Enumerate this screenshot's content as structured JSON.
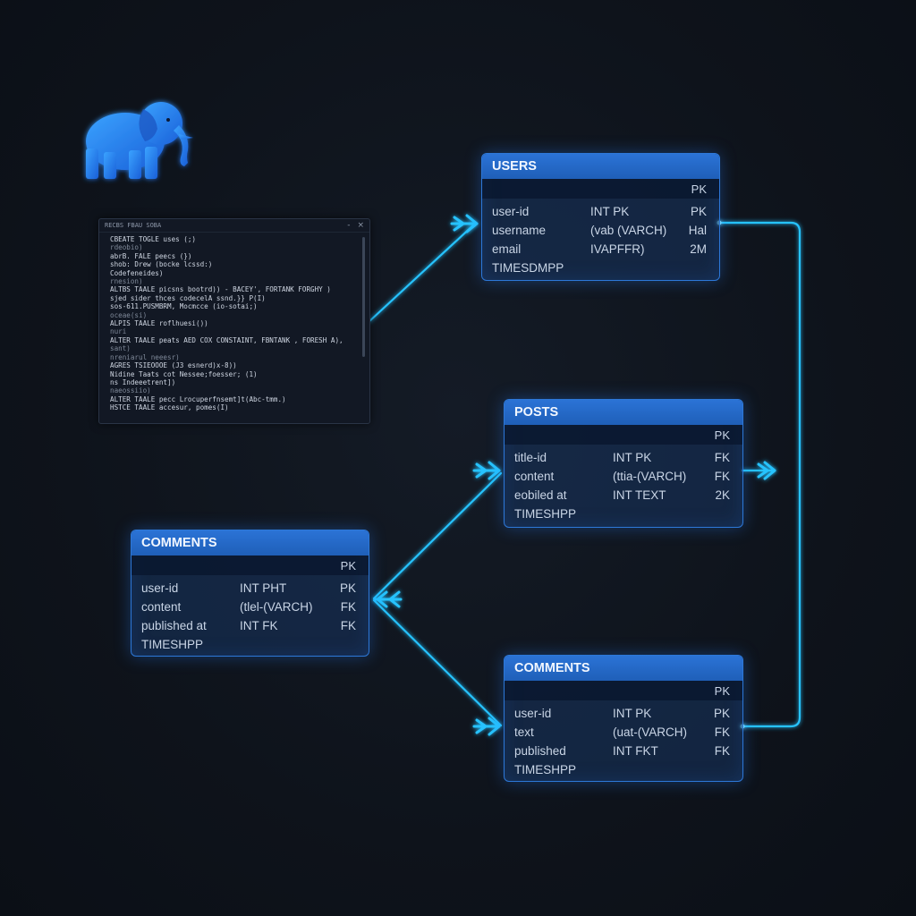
{
  "logo": {
    "icon": "elephant-icon",
    "color": "#2f8cf0"
  },
  "sql_editor": {
    "title": "RECBS FBAU SOBA",
    "controls": [
      "-",
      "×"
    ],
    "lines": [
      "CBEATE TOGLE uses (;)",
      "rdeobio)",
      "abrB. FALE peecs (})",
      "shob: Drew (bocke lcssd:)",
      "Codefeneides)",
      "rnesion)",
      "ALTBS TAALE picsns bootrd)) - BACEY', FORTANK FORGHY )",
      "sjed sider thces codecelA ssnd.}} P(I)",
      "sos-611.PUSMBRM, Mocmcce (io-sotai;)",
      "oceae(si)",
      "ALPIS TAALE roflhuesi())",
      "nuri",
      "ALTER TAALE peats AED COX CONSTAINT, FBNTANK , FORESH A),",
      "sant)",
      "nreniarul neeesr)",
      "AGRES TSIEOOOE (J3 esnerd)x-8))",
      "Nidine Taats cot Nessee;foesser; (1)",
      "ns Indeeetrent])",
      "naeossiio)",
      "ALTER TAALE pecc Lrocuperfnsemt]t(Abc-tmm.)",
      "HSTCE TAALE accesur, pomes(I)"
    ]
  },
  "entities": [
    {
      "title": "USERS",
      "key_header": "PK",
      "fields": [
        {
          "name": "user-id",
          "type": "INT PK",
          "key": "PK"
        },
        {
          "name": "username",
          "type": "(vab (VARCH)",
          "key": "Hal"
        },
        {
          "name": "email",
          "type": "IVAPFFR)",
          "key": "2M"
        },
        {
          "name": "TIMESDMPP",
          "type": "",
          "key": ""
        }
      ]
    },
    {
      "title": "POSTS",
      "key_header": "PK",
      "fields": [
        {
          "name": "title-id",
          "type": "INT PK",
          "key": "FK"
        },
        {
          "name": "content",
          "type": "(ttia-(VARCH)",
          "key": "FK"
        },
        {
          "name": "eobiled at",
          "type": "INT TEXT",
          "key": "2K"
        },
        {
          "name": "TIMESHPP",
          "type": "",
          "key": ""
        }
      ]
    },
    {
      "title": "COMMENTS",
      "key_header": "PK",
      "fields": [
        {
          "name": "user-id",
          "type": "INT PHT",
          "key": "PK"
        },
        {
          "name": "content",
          "type": "(tlel-(VARCH)",
          "key": "FK"
        },
        {
          "name": "published at",
          "type": "INT FK",
          "key": "FK"
        },
        {
          "name": "TIMESHPP",
          "type": "",
          "key": ""
        }
      ]
    },
    {
      "title": "COMMENTS",
      "key_header": "PK",
      "fields": [
        {
          "name": "user-id",
          "type": "INT PK",
          "key": "PK"
        },
        {
          "name": "text",
          "type": "(uat-(VARCH)",
          "key": "FK"
        },
        {
          "name": "published",
          "type": "INT FKT",
          "key": "FK"
        },
        {
          "name": "TIMESHPP",
          "type": "",
          "key": ""
        }
      ]
    }
  ],
  "colors": {
    "background": "#0e131b",
    "connector": "#27c3ff",
    "header": "#2a6fd1",
    "card_border": "#2d78d8",
    "text": "#c9d5e6"
  }
}
